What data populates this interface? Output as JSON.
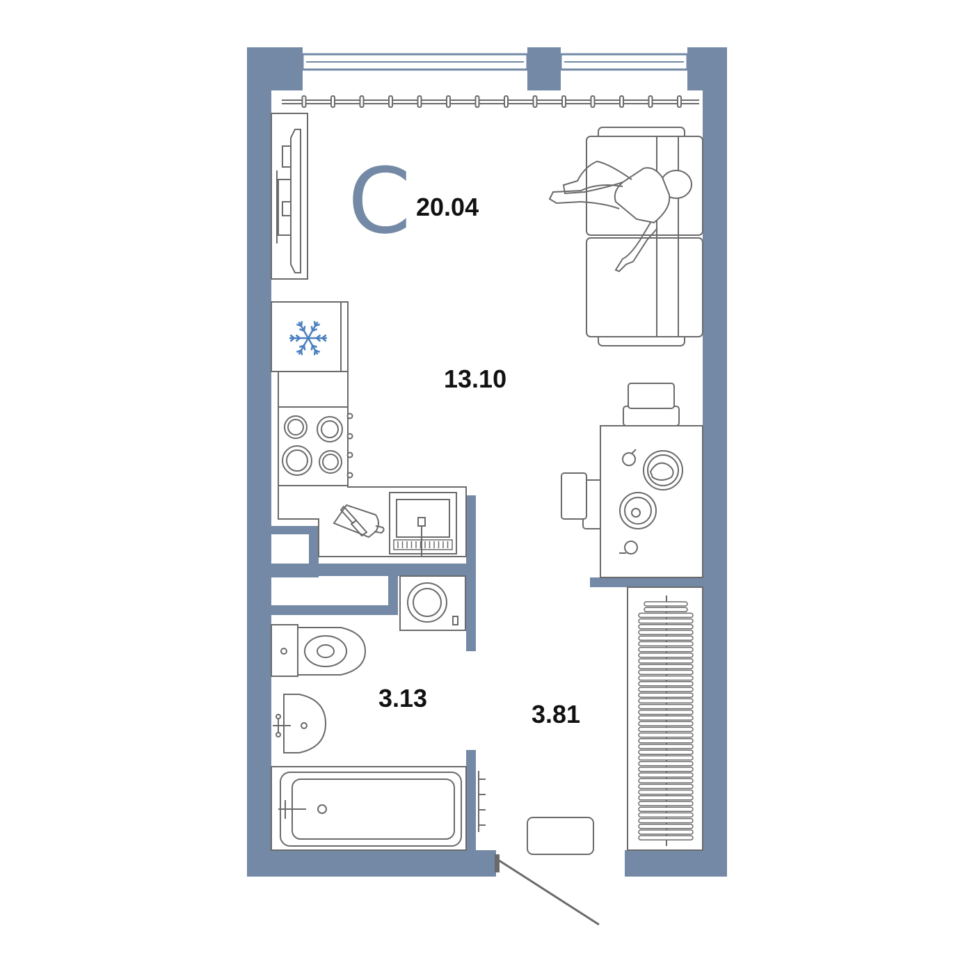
{
  "apartment": {
    "type_letter": "С",
    "total_area": "20.04"
  },
  "rooms": [
    {
      "key": "living",
      "area": "13.10"
    },
    {
      "key": "bathroom",
      "area": "3.13"
    },
    {
      "key": "hallway",
      "area": "3.81"
    }
  ],
  "colors": {
    "wall": "#7389a5",
    "furniture_line": "#6a6a6a",
    "snowflake": "#4a7fc0",
    "label": "#111111"
  },
  "icons": [
    "snowflake-icon",
    "sofa-icon",
    "person-icon",
    "tv-icon",
    "stove-icon",
    "sink-icon",
    "cutting-board-icon",
    "washing-machine-icon",
    "toilet-icon",
    "washbasin-icon",
    "bathtub-icon",
    "towel-rail-icon",
    "radiator-icon",
    "dining-table-icon",
    "chair-icon",
    "wardrobe-icon",
    "door-icon",
    "pouf-icon"
  ]
}
